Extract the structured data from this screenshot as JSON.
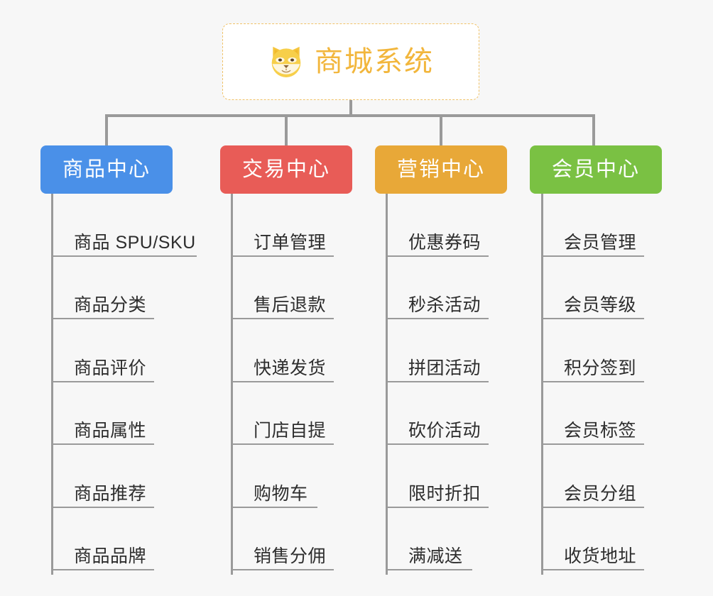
{
  "background_color": "#f7f7f7",
  "root": {
    "icon": "shiba-dog-face-icon",
    "title": "商城系统",
    "text_color": "#f2b63c",
    "border_color": "#f0c268",
    "background": "#ffffff"
  },
  "connector_color": "#9a9a9a",
  "categories": [
    {
      "label": "商品中心",
      "color": "#4a90e8",
      "items": [
        "商品 SPU/SKU",
        "商品分类",
        "商品评价",
        "商品属性",
        "商品推荐",
        "商品品牌"
      ]
    },
    {
      "label": "交易中心",
      "color": "#e85c57",
      "items": [
        "订单管理",
        "售后退款",
        "快递发货",
        "门店自提",
        "购物车",
        "销售分佣"
      ]
    },
    {
      "label": "营销中心",
      "color": "#e8a838",
      "items": [
        "优惠券码",
        "秒杀活动",
        "拼团活动",
        "砍价活动",
        "限时折扣",
        "满减送"
      ]
    },
    {
      "label": "会员中心",
      "color": "#7ac143",
      "items": [
        "会员管理",
        "会员等级",
        "积分签到",
        "会员标签",
        "会员分组",
        "收货地址"
      ]
    }
  ]
}
